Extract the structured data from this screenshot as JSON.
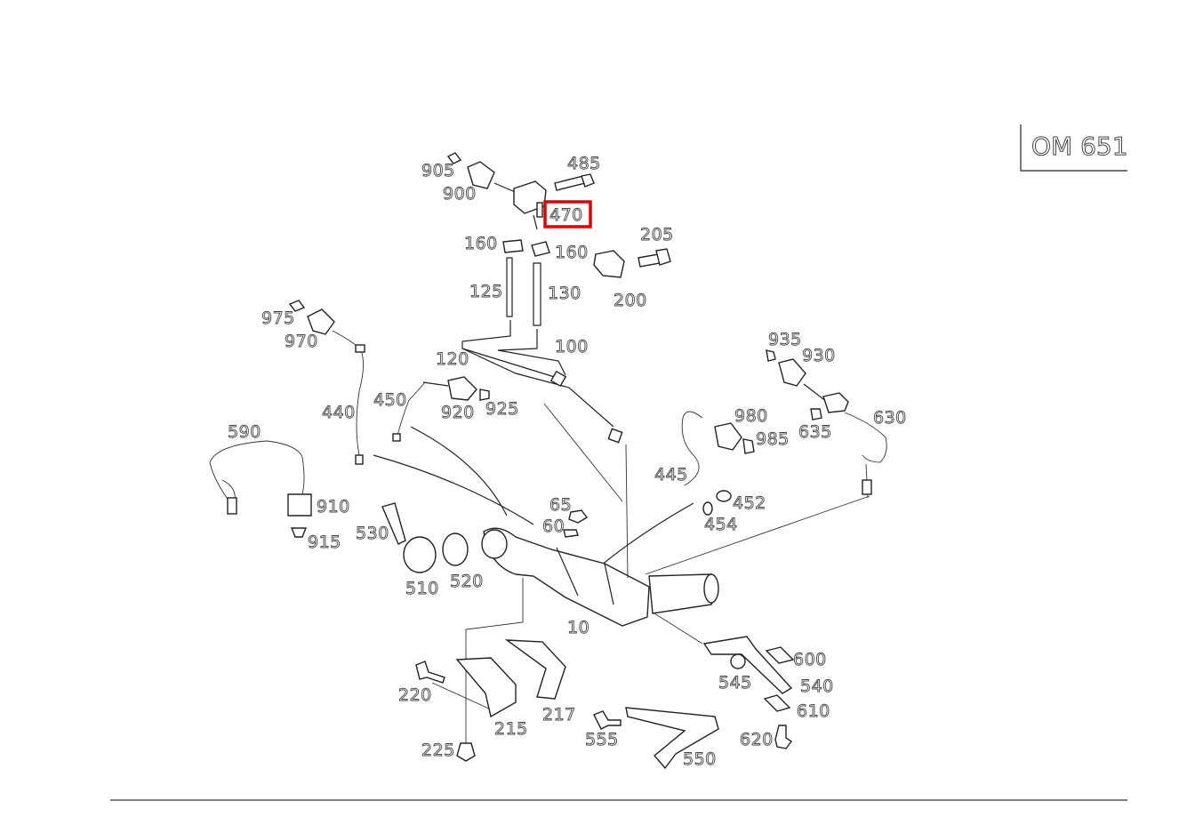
{
  "engine_code": "OM 651",
  "highlighted_part": "470",
  "parts": {
    "p905": "905",
    "p900": "900",
    "p485": "485",
    "p470": "470",
    "p160a": "160",
    "p160b": "160",
    "p205": "205",
    "p200": "200",
    "p125": "125",
    "p130": "130",
    "p975": "975",
    "p970": "970",
    "p100": "100",
    "p120": "120",
    "p935": "935",
    "p930": "930",
    "p450": "450",
    "p920": "920",
    "p925": "925",
    "p440": "440",
    "p980": "980",
    "p985": "985",
    "p635": "635",
    "p630": "630",
    "p590": "590",
    "p445": "445",
    "p452": "452",
    "p454": "454",
    "p910": "910",
    "p65": "65",
    "p60": "60",
    "p530": "530",
    "p915": "915",
    "p510": "510",
    "p520": "520",
    "p10": "10",
    "p600": "600",
    "p540": "540",
    "p545": "545",
    "p610": "610",
    "p220": "220",
    "p217": "217",
    "p215": "215",
    "p555": "555",
    "p620": "620",
    "p225": "225",
    "p550": "550"
  }
}
